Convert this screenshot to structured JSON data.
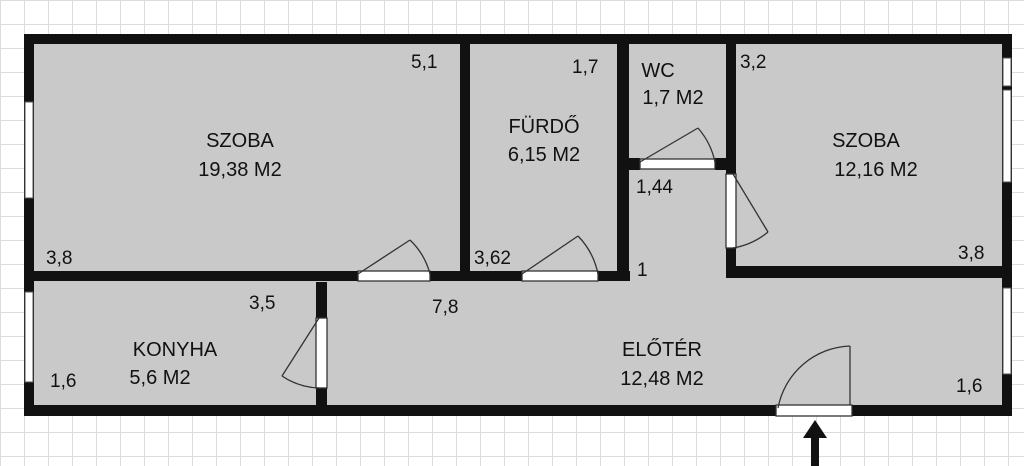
{
  "rooms": {
    "szoba_left": {
      "name": "SZOBA",
      "area": "19,38 M2"
    },
    "furdo": {
      "name": "FÜRDŐ",
      "area": "6,15 M2"
    },
    "wc": {
      "name": "WC",
      "area": "1,7 M2"
    },
    "szoba_right": {
      "name": "SZOBA",
      "area": "12,16 M2"
    },
    "konyha": {
      "name": "KONYHA",
      "area": "5,6 M2"
    },
    "eloter": {
      "name": "ELŐTÉR",
      "area": "12,48 M2"
    }
  },
  "dimensions": {
    "szoba_left_top": "5,1",
    "szoba_left_side": "3,8",
    "furdo_top": "1,7",
    "furdo_side": "3,62",
    "wc_side": "1,44",
    "corridor_step": "1",
    "szoba_right_top": "3,2",
    "szoba_right_side": "3,8",
    "konyha_top": "3,5",
    "konyha_side": "1,6",
    "eloter_top": "7,8",
    "eloter_side": "1,6"
  },
  "colors": {
    "floor": "#c9c9c9",
    "wall": "#111111",
    "window": "#ffffff",
    "door_arc": "#333333"
  },
  "icons": {
    "entrance": "arrow-up-icon"
  }
}
